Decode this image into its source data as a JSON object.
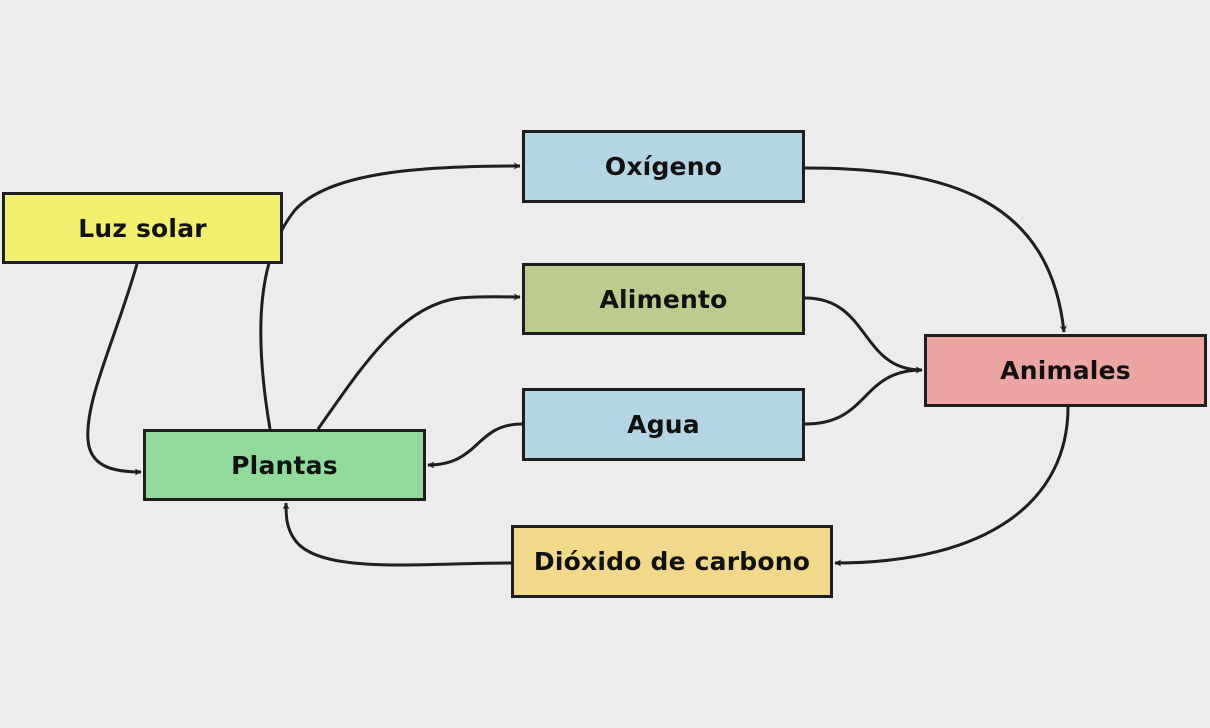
{
  "nodes": {
    "luz_solar": {
      "label": "Luz solar",
      "color": "#f4ef6e"
    },
    "oxigeno": {
      "label": "Oxígeno",
      "color": "#b3d5e6"
    },
    "alimento": {
      "label": "Alimento",
      "color": "#bccb8e"
    },
    "agua": {
      "label": "Agua",
      "color": "#b3d5e6"
    },
    "animales": {
      "label": "Animales",
      "color": "#eca5a0"
    },
    "plantas": {
      "label": "Plantas",
      "color": "#92da9b"
    },
    "dioxido": {
      "label": "Dióxido de carbono",
      "color": "#f1d98c"
    }
  },
  "edges": [
    {
      "from": "Luz solar",
      "to": "Plantas"
    },
    {
      "from": "Plantas",
      "to": "Oxígeno"
    },
    {
      "from": "Plantas",
      "to": "Alimento"
    },
    {
      "from": "Oxígeno",
      "to": "Animales"
    },
    {
      "from": "Alimento",
      "to": "Animales"
    },
    {
      "from": "Agua",
      "to": "Animales"
    },
    {
      "from": "Agua",
      "to": "Plantas"
    },
    {
      "from": "Animales",
      "to": "Dióxido de carbono"
    },
    {
      "from": "Dióxido de carbono",
      "to": "Plantas"
    }
  ],
  "colors": {
    "background": "#ececec",
    "stroke": "#1e1e1e"
  }
}
